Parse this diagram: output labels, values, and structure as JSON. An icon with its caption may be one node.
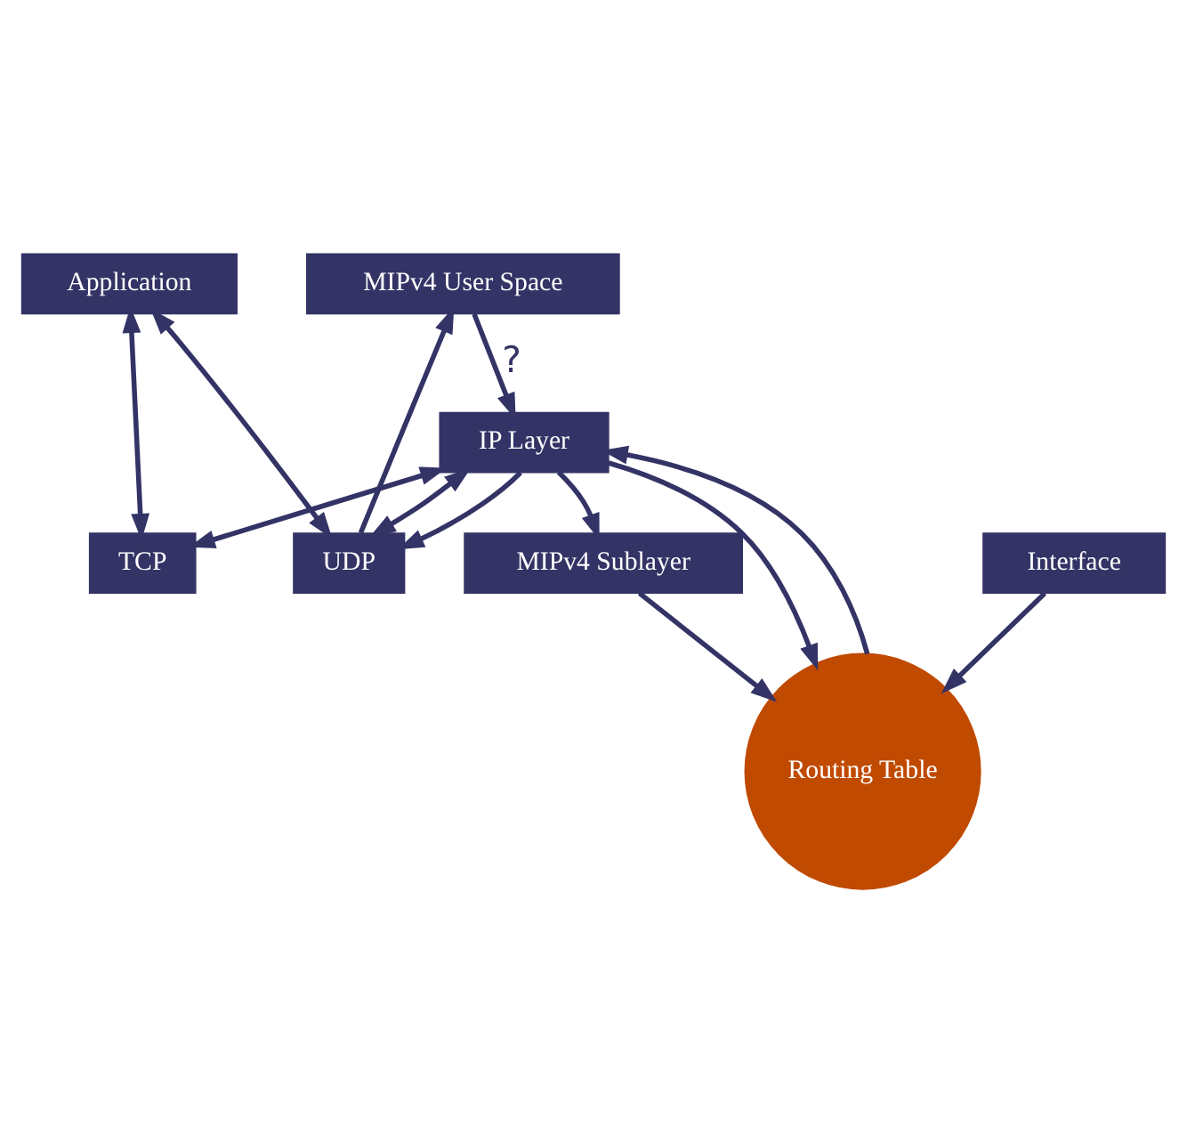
{
  "diagram": {
    "nodes": [
      {
        "text": [
          "Application"
        ]
      },
      {
        "text": [
          "MIPv4 User Space"
        ]
      },
      {
        "text": [
          "TCP"
        ]
      },
      {
        "text": [
          "UDP"
        ]
      },
      {
        "text": [
          "IP Layer"
        ]
      },
      {
        "text": [
          "MIPv4 Sublayer"
        ]
      },
      {
        "text": [
          "Routing Table"
        ]
      },
      {
        "text": [
          "Interface"
        ]
      }
    ],
    "edges": [
      {
        "from": 2,
        "to": 0,
        "arrow": "both"
      },
      {
        "from": 3,
        "to": 0,
        "arrow": "both"
      },
      {
        "from": 3,
        "to": 1,
        "arrow": "to"
      },
      {
        "from": 4,
        "to": 2,
        "arrow": "both"
      },
      {
        "from": 4,
        "to": 3,
        "arrow": "both"
      },
      {
        "from": 4,
        "to": 3,
        "arrow": "to"
      },
      {
        "from": 1,
        "to": 4,
        "arrow": "to",
        "label": "?"
      },
      {
        "from": 4,
        "to": 5,
        "arrow": "to"
      },
      {
        "from": 4,
        "to": 6,
        "arrow": "to"
      },
      {
        "from": 6,
        "to": 4,
        "arrow": "to"
      },
      {
        "from": 5,
        "to": 6,
        "arrow": "to"
      },
      {
        "from": 7,
        "to": 6,
        "arrow": "to"
      }
    ]
  }
}
